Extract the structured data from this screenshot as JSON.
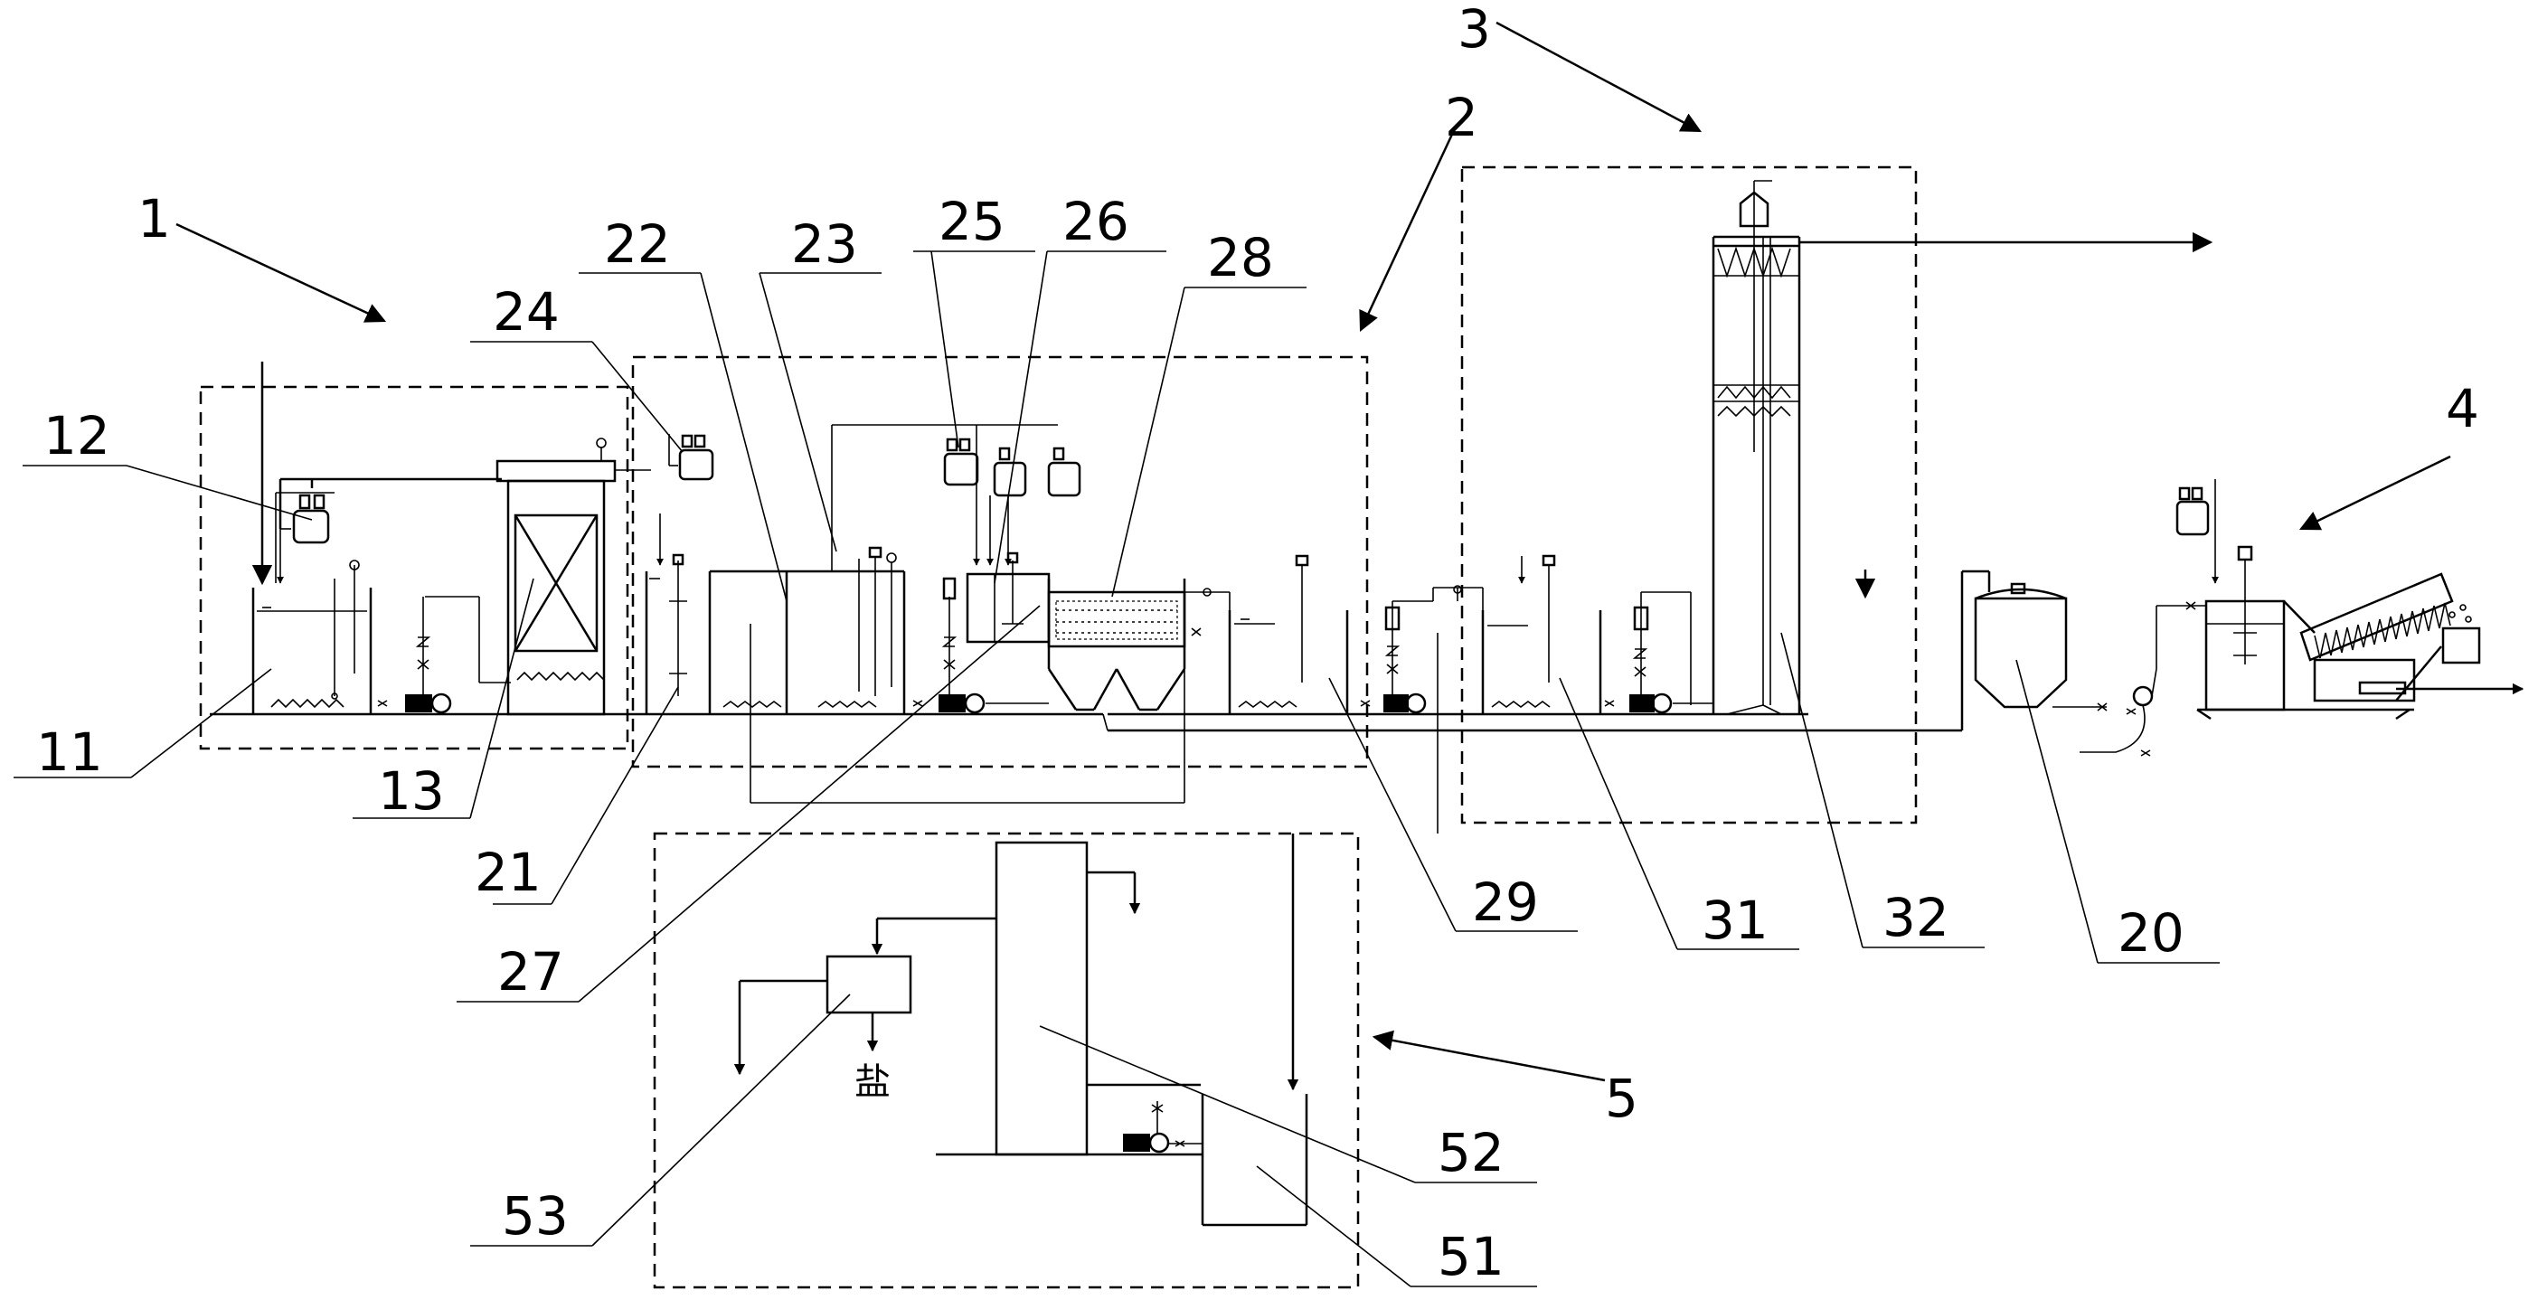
{
  "labels": {
    "l1": "1",
    "l2": "2",
    "l3": "3",
    "l4": "4",
    "l5": "5",
    "l11": "11",
    "l12": "12",
    "l13": "13",
    "l20": "20",
    "l21": "21",
    "l22": "22",
    "l23": "23",
    "l24": "24",
    "l25": "25",
    "l26": "26",
    "l27": "27",
    "l28": "28",
    "l29": "29",
    "l31": "31",
    "l32": "32",
    "l51": "51",
    "l52": "52",
    "l53": "53",
    "salt": "盐"
  }
}
